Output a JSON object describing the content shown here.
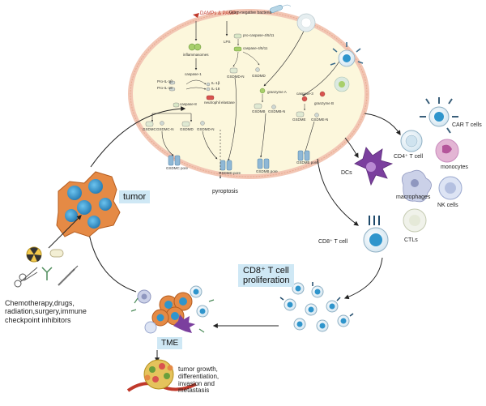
{
  "cell_outline": {
    "damps_pamps": "DAMPs & PAMPs",
    "gram_negative": "Gram-negative bacteria",
    "inflammasomes": "inflammasomes",
    "caspase1": "caspase-1",
    "pro_il1b": "Pro-IL-1β",
    "pro_il18": "Pro-IL-18",
    "il1b": "IL-1β",
    "il18": "IL-18",
    "lps": "LPS",
    "pro_caspase_4_5_11": "pro-caspase-4/5/11",
    "caspase_4_5_11": "caspase-4/5/11",
    "gsdmd_n": "GSDMD-N",
    "gsdmd": "GSDMD",
    "caspase8": "caspase-8",
    "neutrophil_elastase": "neutrophil elastase",
    "gsdmc": "GSDMC",
    "gsdmc_n": "GSDMC-N",
    "gsdmd_b": "GSDMD",
    "gsdmd_n_b": "GSDMD-N",
    "granzyme_a": "granzyme A",
    "gsdmb": "GSDMB",
    "gsdmb_n": "GSDMB-N",
    "caspase3": "caspase-3",
    "granzyme_b": "granzyme B",
    "gsdme": "GSDME",
    "gsdme_n": "GSDME-N",
    "gsdmc_pore": "GSDMC pore",
    "gsdmd_pore": "GSDMD pore",
    "gsdmb_pore": "GSDMB pore",
    "gsdme_pore": "GSDME pore"
  },
  "labels": {
    "pyroptosis": "pyroptosis",
    "dcs": "DCs",
    "cd4_t_cell": "CD4⁺ T cell",
    "car_t_cells": "CAR T cells",
    "monocytes": "monocytes",
    "macrophages": "macrophages",
    "nk_cells": "NK cells",
    "cd8_t_cell": "CD8⁺ T cell",
    "ctls": "CTLs",
    "tumor": "tumor",
    "cd8_proliferation_line1": "CD8⁺ T cell",
    "cd8_proliferation_line2": "proliferation",
    "treatment_line1": "Chemotherapy,drugs,",
    "treatment_line2": "radiation,surgery,immune",
    "treatment_line3": "checkpoint inhibitors",
    "tme": "TME",
    "outcome_line1": "tumor growth,",
    "outcome_line2": "differentiation,",
    "outcome_line3": "invasion and",
    "outcome_line4": "metastasis"
  },
  "colors": {
    "cell_fill": "#fcf7dc",
    "cell_border": "#f2c6b4",
    "label_box": "#cfe8f5",
    "tumor_blue": "#2f95cc",
    "tumor_orange": "#e58a45",
    "dc_purple": "#7b3f9e",
    "monocyte_pink": "#c98bbd",
    "pore_blue": "#8fb8d6",
    "damps_red": "#c0392b"
  }
}
